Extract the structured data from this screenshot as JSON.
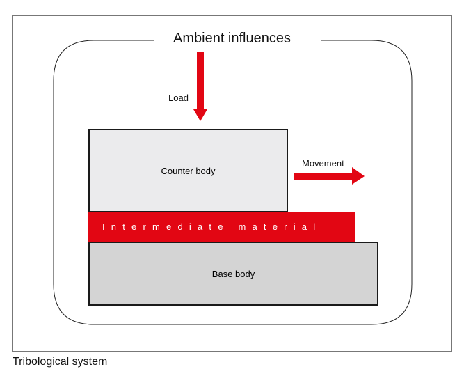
{
  "diagram": {
    "title": "Ambient influences",
    "load_label": "Load",
    "movement_label": "Movement",
    "counter_body_label": "Counter body",
    "intermediate_label": "Intermediate material",
    "base_body_label": "Base body",
    "caption": "Tribological system"
  },
  "colors": {
    "accent_red": "#e20613",
    "counter_body_fill": "#ebebed",
    "base_body_fill": "#d4d4d4",
    "outline": "#1a1a1a"
  }
}
